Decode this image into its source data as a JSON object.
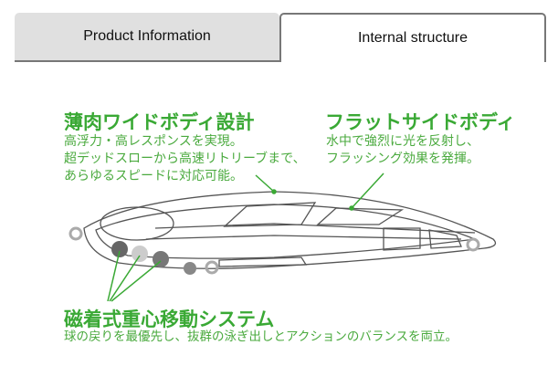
{
  "tabs": [
    {
      "label": "Product Information",
      "active": false
    },
    {
      "label": "Internal structure",
      "active": true
    }
  ],
  "features": [
    {
      "title": "薄肉ワイドボディ設計",
      "lines": [
        "高浮力・高レスポンスを実現。",
        "超デッドスローから高速リトリーブまで、",
        "あらゆるスピードに対応可能。"
      ]
    },
    {
      "title": "フラットサイドボディ",
      "lines": [
        "水中で強烈に光を反射し、",
        "フラッシング効果を発揮。"
      ]
    },
    {
      "title": "磁着式重心移動システム",
      "lines": [
        "球の戻りを最優先し、抜群の泳ぎ出しとアクションのバランスを両立。"
      ]
    }
  ],
  "colors": {
    "accent": "#3aa935"
  }
}
